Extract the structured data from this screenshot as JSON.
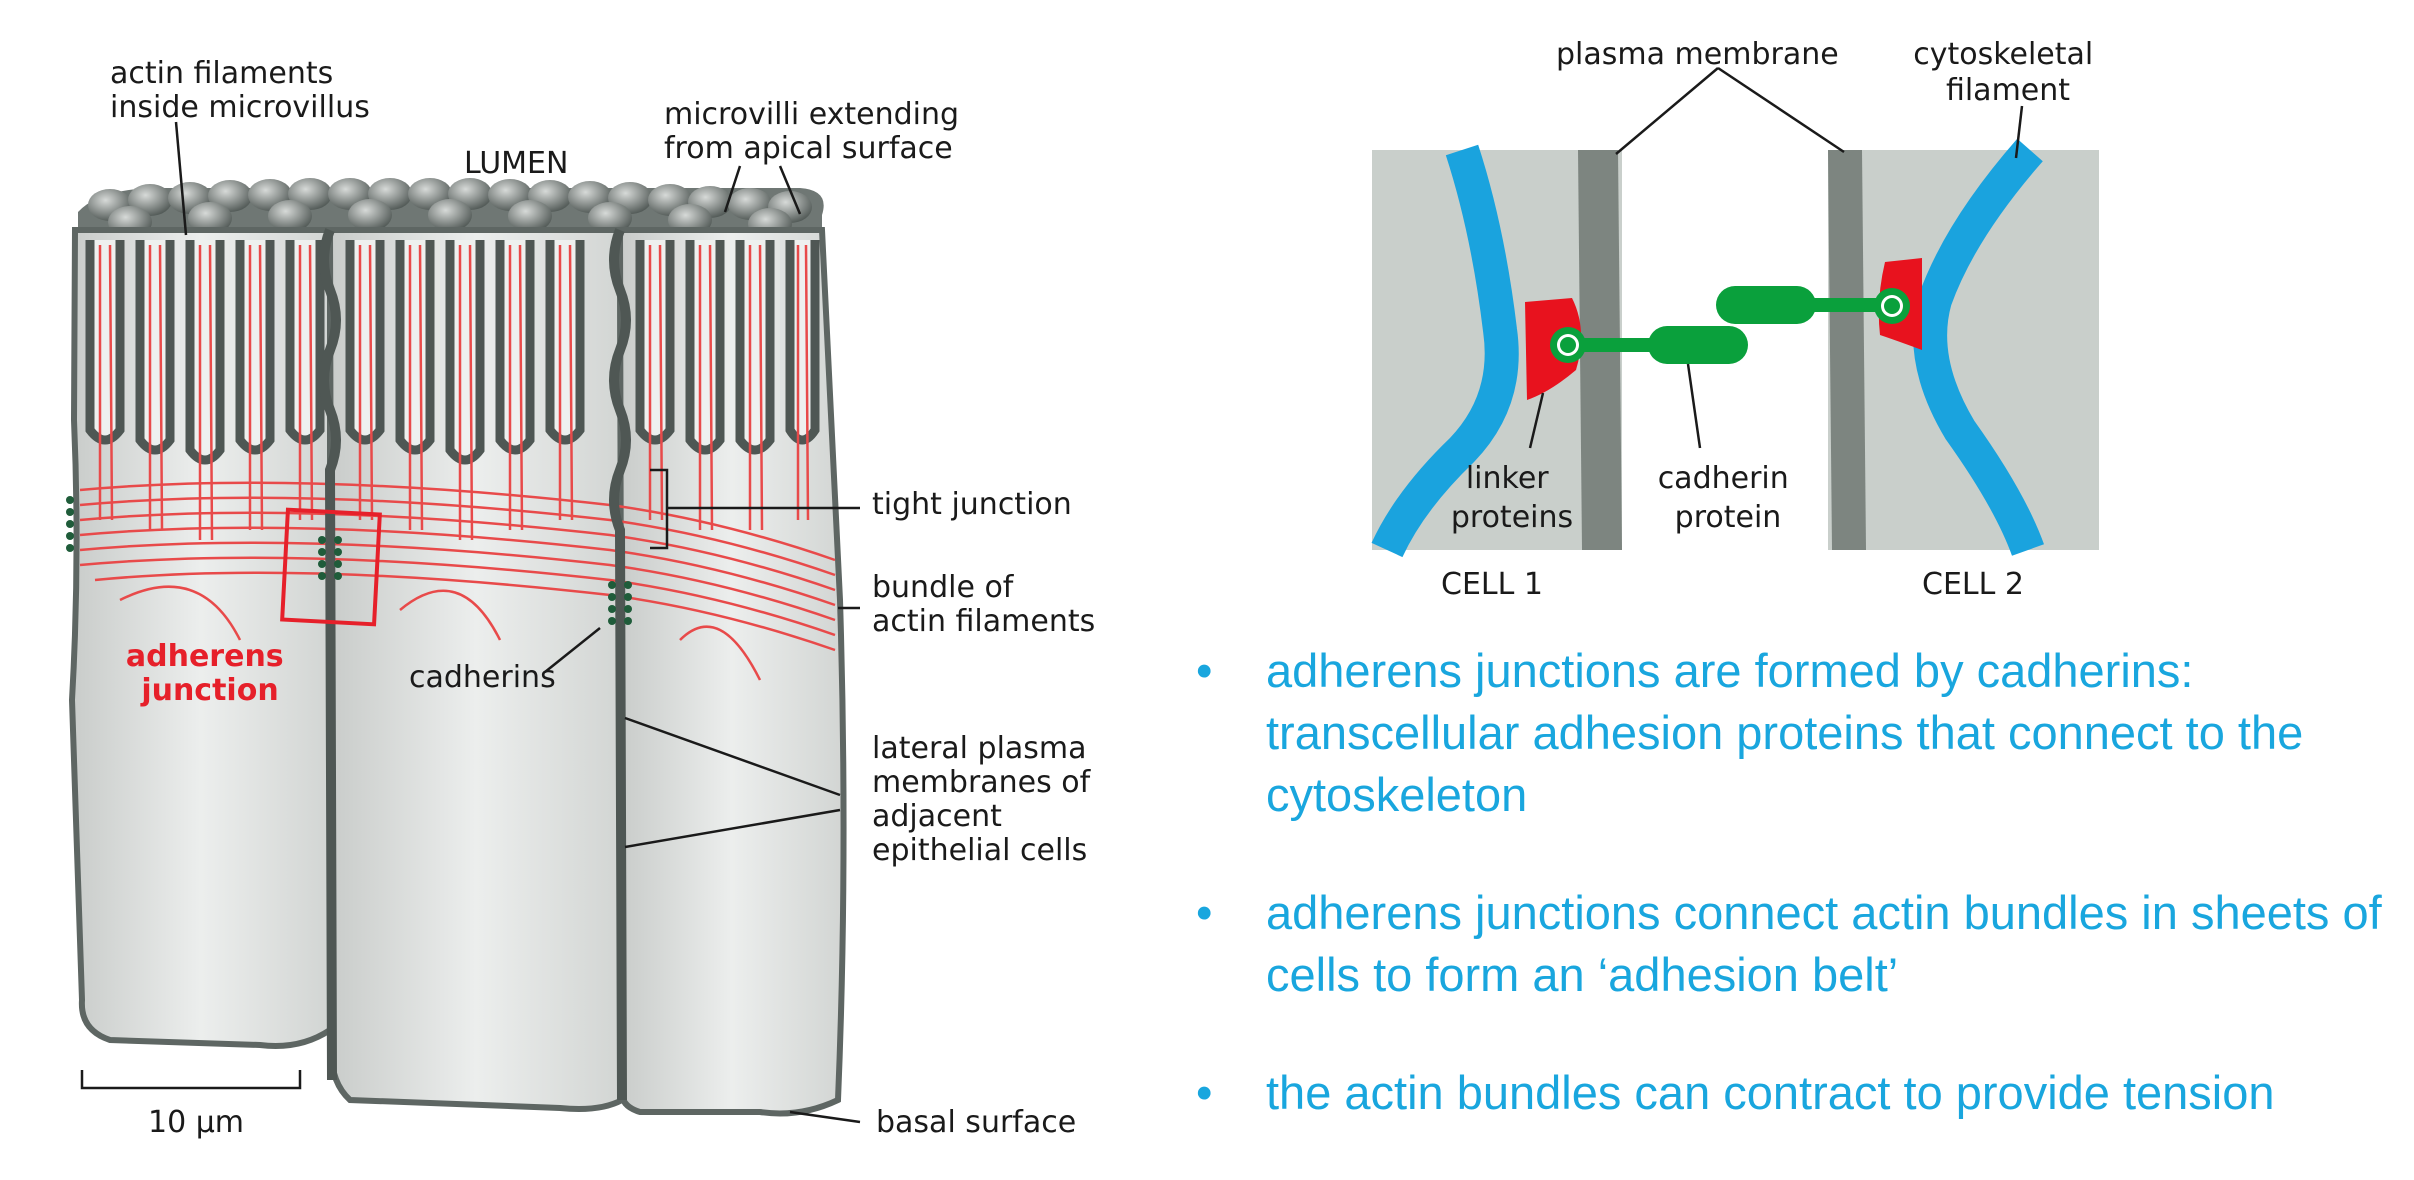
{
  "left_figure": {
    "labels": {
      "actin_filaments": [
        "actin filaments",
        "inside microvillus"
      ],
      "lumen": "LUMEN",
      "microvilli": [
        "microvilli extending",
        "from apical surface"
      ],
      "tight_junction": "tight junction",
      "bundle_actin": [
        "bundle of",
        "actin filaments"
      ],
      "adherens_junction": [
        "adherens",
        "junction"
      ],
      "cadherins": "cadherins",
      "lateral_membranes": [
        "lateral plasma",
        "membranes of",
        "adjacent",
        "epithelial cells"
      ],
      "scale": "10 μm",
      "basal_surface": "basal surface"
    }
  },
  "right_figure": {
    "labels": {
      "plasma_membrane": "plasma membrane",
      "cytoskeletal_filament": [
        "cytoskeletal",
        "filament"
      ],
      "linker_proteins": [
        "linker",
        "proteins"
      ],
      "cadherin_protein": [
        "cadherin",
        "protein"
      ],
      "cell1": "CELL 1",
      "cell2": "CELL 2"
    }
  },
  "colors": {
    "filament_blue": "#1aa3de",
    "membrane_gray": "#7d8580",
    "linker_red": "#e8121e",
    "cadherin_green": "#0aa03c",
    "actin_red": "#e84a4a",
    "text_blue": "#19a6de"
  },
  "bullets": [
    "adherens junctions are formed by cadherins: transcellular adhesion proteins that connect to the cytoskeleton",
    "adherens junctions connect actin bundles in sheets of cells to form an ‘adhesion belt’",
    "the actin bundles can contract to provide tension"
  ]
}
